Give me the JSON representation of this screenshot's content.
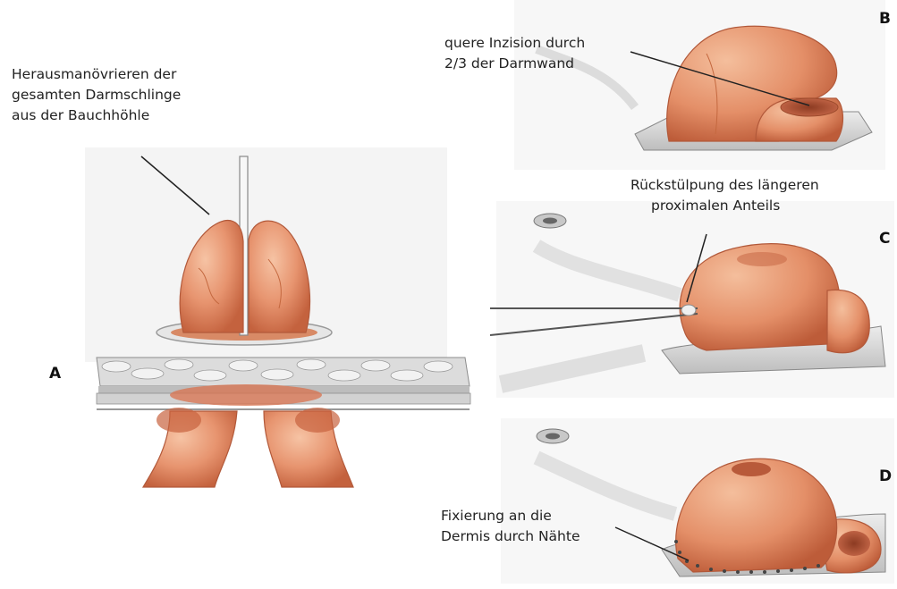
{
  "panels": [
    {
      "letter": "A",
      "caption_lines": [
        "Herausmanövrieren der",
        "gesamten Darmschlinge",
        "aus der Bauchhöhle"
      ]
    },
    {
      "letter": "B",
      "caption_lines": [
        "quere Inzision durch",
        "2/3 der Darmwand"
      ]
    },
    {
      "letter": "C",
      "caption_lines": [
        "Rückstülpung des längeren",
        "proximalen Anteils"
      ]
    },
    {
      "letter": "D",
      "caption_lines": [
        "Fixierung an die",
        "Dermis durch Nähte"
      ]
    }
  ],
  "colors": {
    "bowel": "#e7946f",
    "bowel_dark": "#c86a46",
    "bowel_light": "#f3b896",
    "skin_gray": "#cfcfcf",
    "tissue_gray": "#9a9a9a",
    "label_line": "#222222"
  }
}
